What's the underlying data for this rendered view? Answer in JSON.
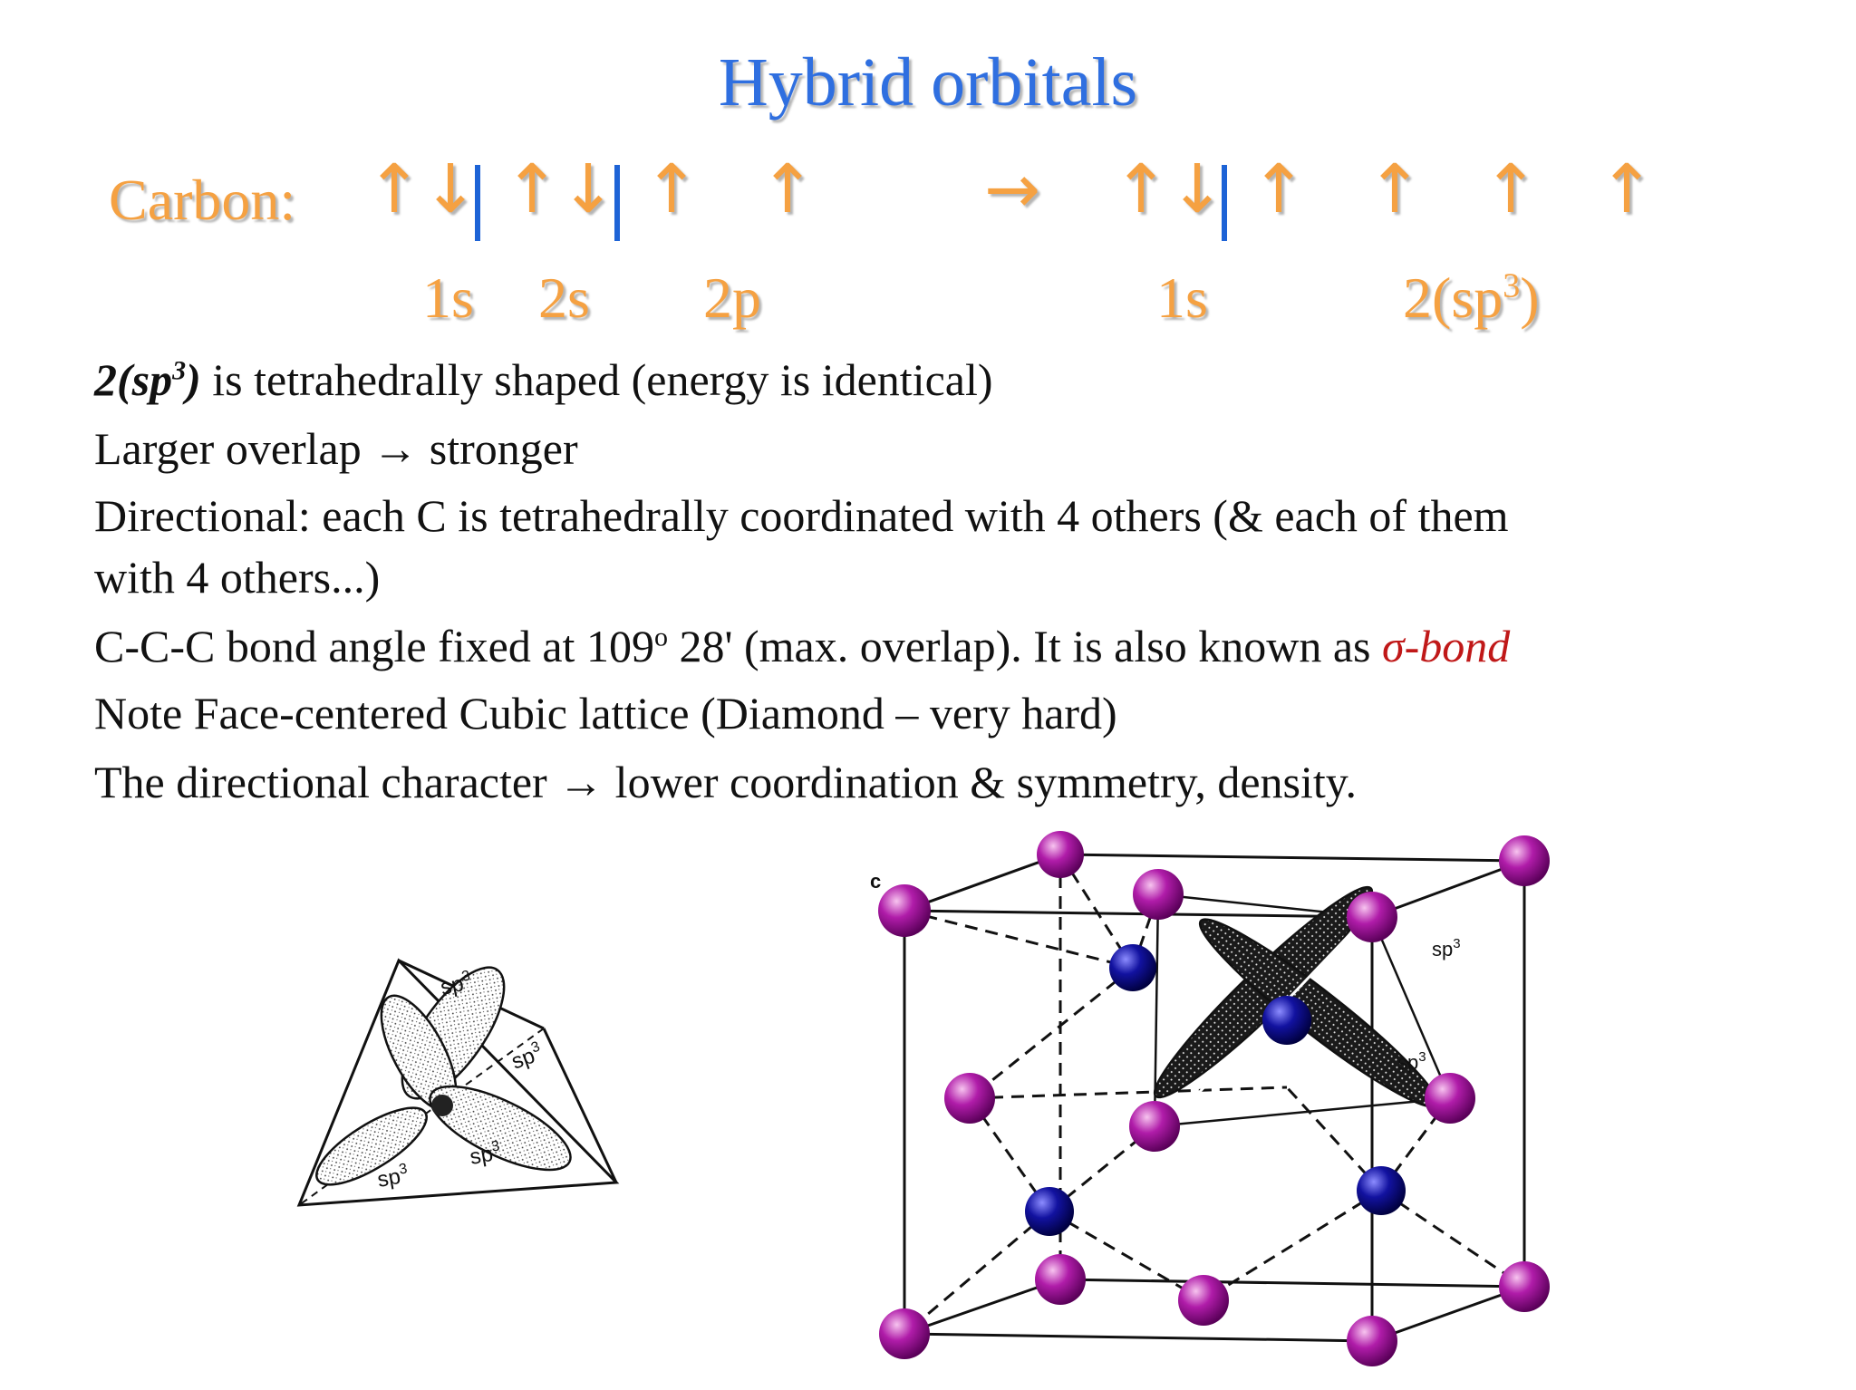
{
  "title": "Hybrid orbitals",
  "carbon_label": "Carbon:",
  "config": {
    "arrow_ud": "↑↓",
    "arrow_u": "↑",
    "transition_arrow": "→",
    "labels": {
      "s1": "1s",
      "s2": "2s",
      "p2": "2p",
      "s1_after": "1s",
      "sp3_prefix": "2(sp",
      "sp3_sup": "3",
      "sp3_suffix": ")"
    }
  },
  "lines": {
    "l1": {
      "bold": "2(sp",
      "bold_sup": "3",
      "bold_end": ")",
      "rest": " is tetrahedrally shaped (energy is identical)"
    },
    "l2": "Larger overlap → stronger",
    "l3a": "Directional:  each C is tetrahedrally coordinated with 4 others (& each of them",
    "l3b": "with 4 others...)",
    "l4": {
      "pre": "C-C-C bond angle fixed at 109",
      "sup": "o",
      "post": " 28' (max. overlap). It is also known as ",
      "em": "σ-bond"
    },
    "l5": "Note Face-centered Cubic lattice (Diamond – very hard)",
    "l6": "The directional character → lower coordination & symmetry, density."
  },
  "figure_left": {
    "lobe_label": "sp",
    "lobe_sup": "3"
  },
  "figure_right": {
    "corner_label": "c",
    "lobe_label": "sp",
    "lobe_sup": "3"
  },
  "colors": {
    "title": "#2f6fe0",
    "orange": "#f5a142",
    "bar": "#1d63d6",
    "sigma": "#c01818",
    "atom_purple": "#a0119f",
    "atom_blue": "#12128e"
  }
}
